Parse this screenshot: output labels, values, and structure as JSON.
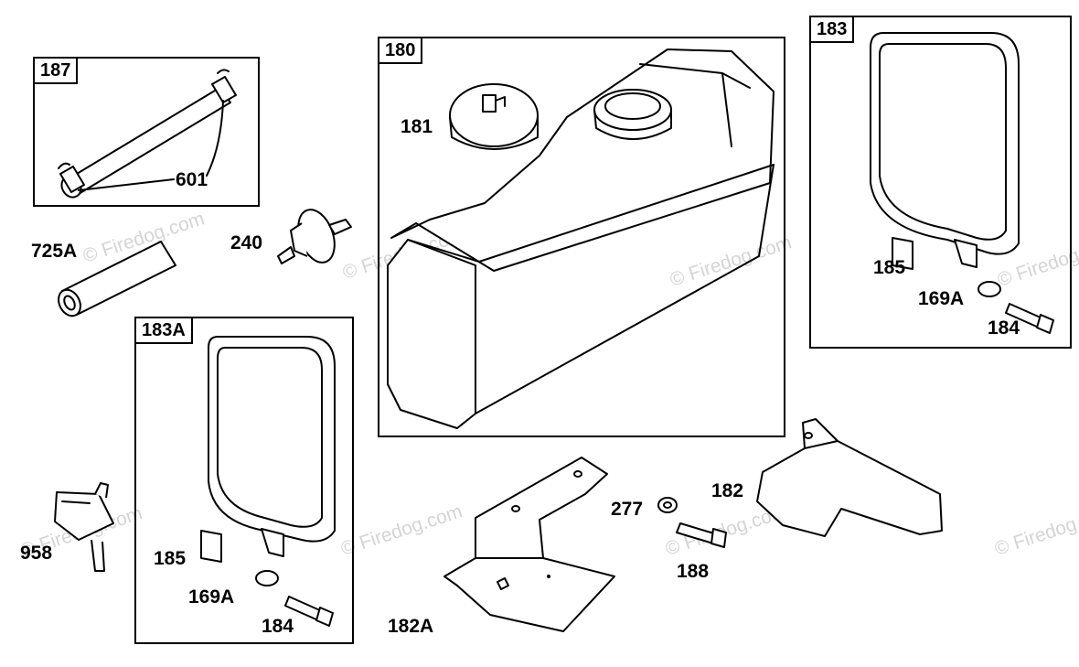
{
  "watermark": "© Firedog.com",
  "boxes": {
    "b187": "187",
    "b180": "180",
    "b183": "183",
    "b183a": "183A"
  },
  "callouts": {
    "c601": "601",
    "c725a": "725A",
    "c240": "240",
    "c181": "181",
    "c185_right": "185",
    "c169a_right": "169A",
    "c184_right": "184",
    "c185_left": "185",
    "c169a_left": "169A",
    "c184_left": "184",
    "c958": "958",
    "c182a": "182A",
    "c277": "277",
    "c188": "188",
    "c182": "182"
  }
}
